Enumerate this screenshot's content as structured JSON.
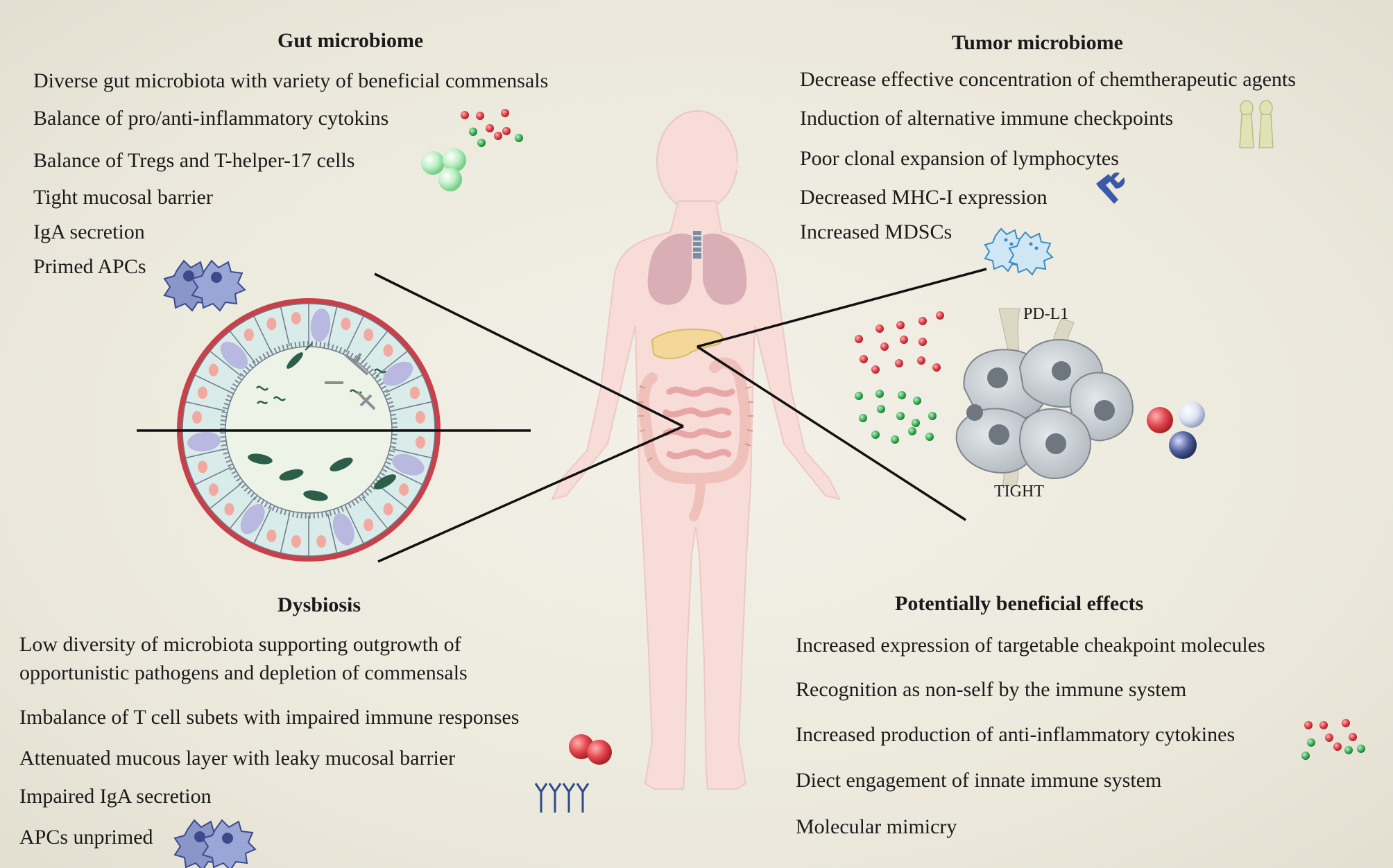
{
  "gut_microbiome": {
    "title": "Gut microbiome",
    "items": [
      "Diverse gut microbiota with variety of beneficial commensals",
      "Balance of pro/anti-inflammatory cytokins",
      "Balance of Tregs and T-helper-17 cells",
      "Tight mucosal barrier",
      "IgA secretion",
      "Primed APCs"
    ]
  },
  "tumor_microbiome": {
    "title": "Tumor microbiome",
    "items": [
      "Decrease effective concentration of chemtherapeutic agents",
      "Induction of alternative immune checkpoints",
      "Poor clonal expansion of lymphocytes",
      "Decreased MHC-I expression",
      "Increased MDSCs"
    ]
  },
  "dysbiosis": {
    "title": "Dysbiosis",
    "items": [
      "Low diversity of microbiota supporting outgrowth of",
      "opportunistic pathogens and depletion of commensals",
      "Imbalance of T cell subets with impaired immune responses",
      "Attenuated mucous layer with leaky mucosal barrier",
      "Impaired IgA secretion",
      "APCs unprimed"
    ]
  },
  "beneficial": {
    "title": "Potentially beneficial effects",
    "items": [
      "Increased expression of targetable cheakpoint molecules",
      "Recognition as non-self by the immune system",
      "Increased production of anti-inflammatory cytokines",
      "Diect engagement of innate immune system",
      "Molecular mimicry"
    ]
  },
  "tumor_labels": {
    "pd_l1": "PD-L1",
    "tight": "TIGHT"
  },
  "colors": {
    "body": "#f7dcd8",
    "lung": "#d9aeb4",
    "pancreas": "#f3d89a",
    "intestine": "#f2c7c4",
    "gut_ring": "#c7404a",
    "epithelium": "#d9ecea",
    "goblet": "#b8b8e0",
    "tumor_cell": "#c9ced3",
    "red_dot": "#d9323b",
    "green_dot": "#3fae5a"
  }
}
